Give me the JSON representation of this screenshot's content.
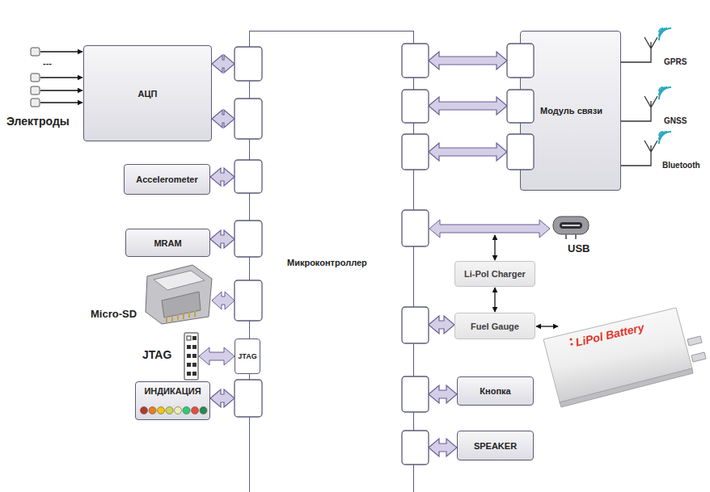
{
  "diagram": {
    "nodes": [
      {
        "text": [
          "Микроконтроллер"
        ]
      },
      {
        "text": [
          "АЦП"
        ]
      },
      {
        "text": [
          "Accelerometer"
        ]
      },
      {
        "text": [
          "MRAM"
        ]
      },
      {
        "text": [
          "JTAG"
        ]
      },
      {
        "text": [
          "ИНДИКАЦИЯ"
        ]
      },
      {
        "text": [
          "Модуль связи"
        ]
      },
      {
        "text": [
          "Li-Pol Charger"
        ]
      },
      {
        "text": [
          "Fuel Gauge"
        ]
      },
      {
        "text": [
          "Кнопка"
        ]
      },
      {
        "text": [
          "SPEAKER"
        ]
      }
    ],
    "edges": [
      {
        "from": 1,
        "to": 0,
        "arrow": "both"
      },
      {
        "from": 1,
        "to": 0,
        "arrow": "both"
      },
      {
        "from": 2,
        "to": 0,
        "arrow": "both"
      },
      {
        "from": 3,
        "to": 0,
        "arrow": "both"
      },
      {
        "from": 5,
        "to": 0,
        "arrow": "both"
      },
      {
        "from": 0,
        "to": 6,
        "arrow": "both"
      },
      {
        "from": 0,
        "to": 6,
        "arrow": "both"
      },
      {
        "from": 0,
        "to": 6,
        "arrow": "both"
      },
      {
        "from": 0,
        "to": 8,
        "arrow": "both"
      },
      {
        "from": 0,
        "to": 9,
        "arrow": "both"
      },
      {
        "from": 0,
        "to": 10,
        "arrow": "both"
      },
      {
        "from": 7,
        "to": 8,
        "arrow": "both"
      }
    ],
    "labels": [
      "---",
      "Электроды",
      "Micro-SD",
      "JTAG",
      "USB",
      "GPRS",
      "GNSS",
      "Bluetooth",
      "LiPol Battery"
    ]
  }
}
